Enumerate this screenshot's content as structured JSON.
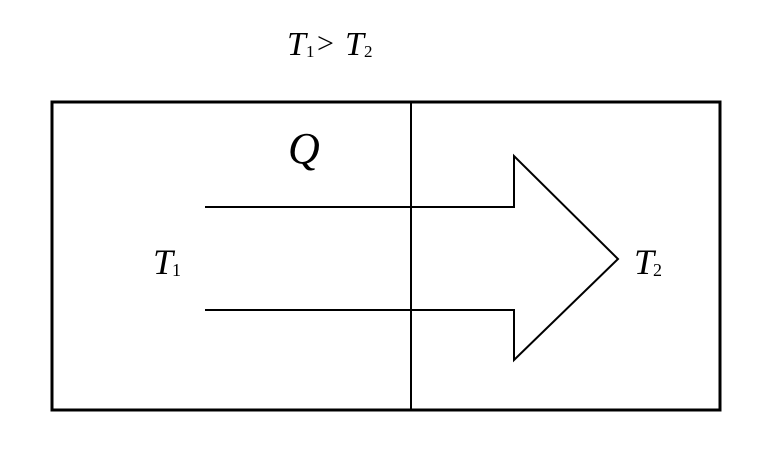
{
  "condition": {
    "t1_symbol": "T",
    "t1_subscript": "1",
    "operator": ">",
    "t2_symbol": "T",
    "t2_subscript": "2"
  },
  "heat_label": "Q",
  "left_region": {
    "symbol": "T",
    "subscript": "1"
  },
  "right_region": {
    "symbol": "T",
    "subscript": "2"
  },
  "colors": {
    "stroke": "#000000",
    "background": "#ffffff"
  }
}
